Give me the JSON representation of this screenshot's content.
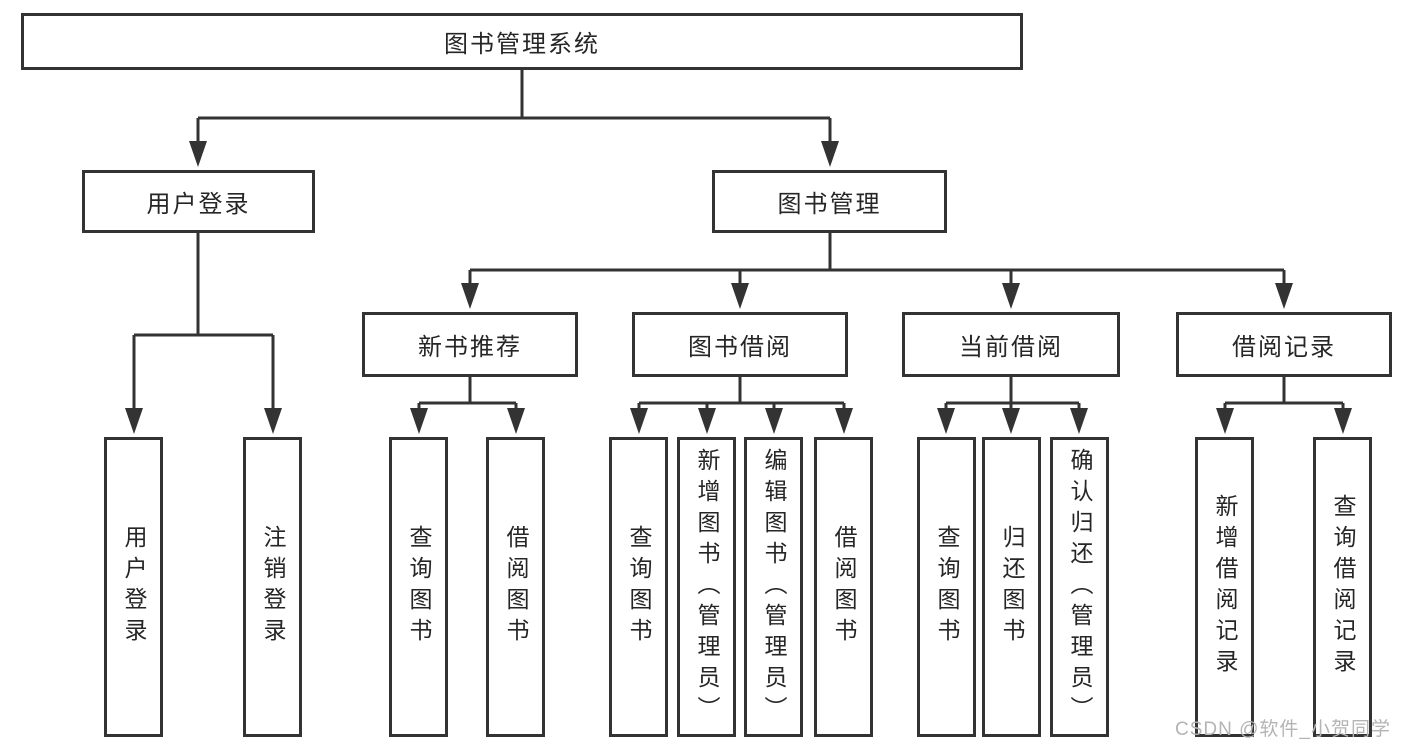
{
  "diagram": {
    "root": {
      "label": "图书管理系统",
      "children": [
        {
          "label": "用户登录",
          "children": [
            {
              "label": "用户登录"
            },
            {
              "label": "注销登录"
            }
          ]
        },
        {
          "label": "图书管理",
          "children": [
            {
              "label": "新书推荐",
              "children": [
                {
                  "label": "查询图书"
                },
                {
                  "label": "借阅图书"
                }
              ]
            },
            {
              "label": "图书借阅",
              "children": [
                {
                  "label": "查询图书"
                },
                {
                  "label": "新增图书（管理员）"
                },
                {
                  "label": "编辑图书（管理员）"
                },
                {
                  "label": "借阅图书"
                }
              ]
            },
            {
              "label": "当前借阅",
              "children": [
                {
                  "label": "查询图书"
                },
                {
                  "label": "归还图书"
                },
                {
                  "label": "确认归还（管理员）"
                }
              ]
            },
            {
              "label": "借阅记录",
              "children": [
                {
                  "label": "新增借阅记录"
                },
                {
                  "label": "查询借阅记录"
                }
              ]
            }
          ]
        }
      ]
    }
  },
  "watermark": {
    "text": "CSDN @软件_小贺同学"
  },
  "colors": {
    "line": "#333333",
    "text": "#262626",
    "background": "#ffffff",
    "watermark": "#b4b4b4"
  }
}
